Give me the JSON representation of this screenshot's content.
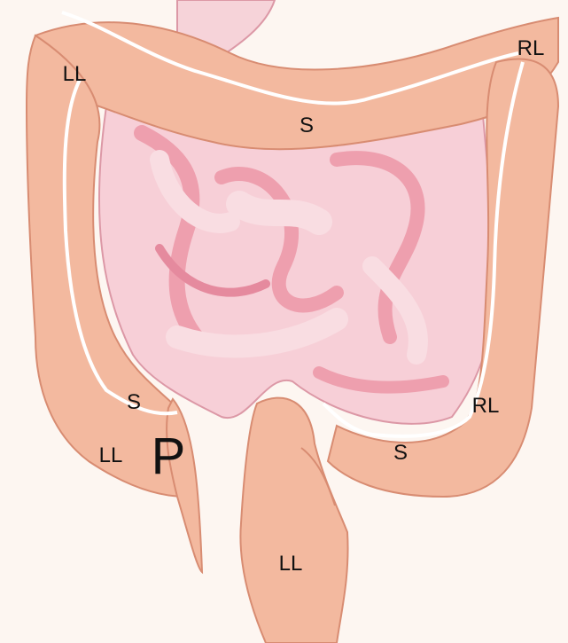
{
  "labels": {
    "ll_upper_left": "LL",
    "rl_upper_right": "RL",
    "s_top_center": "S",
    "s_lower_left": "S",
    "ll_lower_left": "LL",
    "p_marker": "P",
    "rl_lower_right": "RL",
    "s_lower_right": "S",
    "ll_bottom": "LL"
  },
  "colors": {
    "background": "#fdf6f1",
    "colon": "#f3b99f",
    "colon_outline": "#d88c72",
    "stripe": "#ffffff",
    "small_intestine": "#f7cfd7",
    "small_intestine_dark": "#ee9fae",
    "small_intestine_outline": "#dc98a6",
    "label_text": "#111111"
  }
}
